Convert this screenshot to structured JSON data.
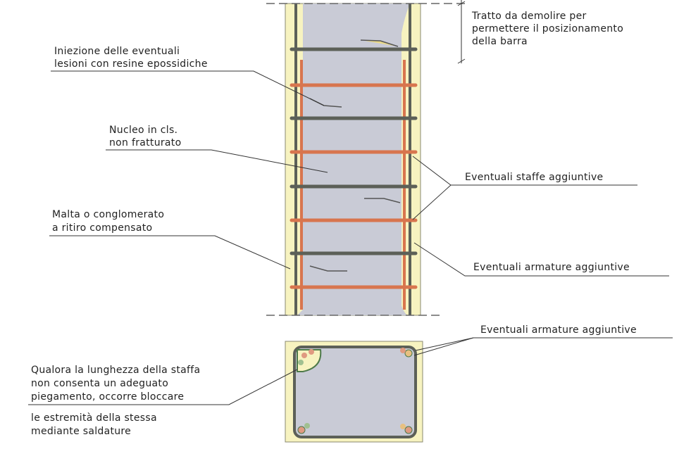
{
  "labels": {
    "demolish": [
      "Tratto da demolire per",
      "permettere il posizionamento",
      "della barra"
    ],
    "injection": [
      "Iniezione delle eventuali",
      "lesioni con resine epossidiche"
    ],
    "core": [
      "Nucleo in cls.",
      "non fratturato"
    ],
    "stirrups": "Eventuali staffe aggiuntive",
    "mortar": [
      "Malta o conglomerato",
      "a ritiro compensato"
    ],
    "rebars": "Eventuali armature aggiuntive",
    "rebars_section": "Eventuali armature aggiuntive",
    "weld_note": [
      "Qualora la lunghezza della staffa",
      "non consenta un adeguato",
      "piegamento, occorre bloccare",
      "le estremità della stessa",
      "mediante saldature"
    ]
  },
  "colors": {
    "jacket": "#f7f3c0",
    "concrete": "#c9cbd6",
    "existing_rebar": "#5c6058",
    "added_rebar": "#d8754e"
  }
}
